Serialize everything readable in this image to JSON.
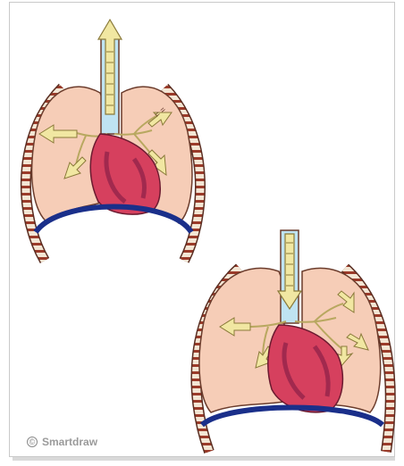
{
  "credit": {
    "symbol": "©",
    "text": "Smartdraw"
  },
  "figures": [
    {
      "name": "exhale-diagram",
      "airflow": "out"
    },
    {
      "name": "inhale-diagram",
      "airflow": "in"
    }
  ],
  "colors": {
    "lung_fill": "#f6cdb7",
    "lung_stroke": "#6b3c2c",
    "heart_fill": "#d6405e",
    "heart_shade": "#8a1f47",
    "diaphragm": "#1a2f8a",
    "trachea": "#bfe3f2",
    "bronchi": "#f1e7a2",
    "rib_light": "#f3e6d4",
    "rib_dark": "#9b3b2a"
  }
}
